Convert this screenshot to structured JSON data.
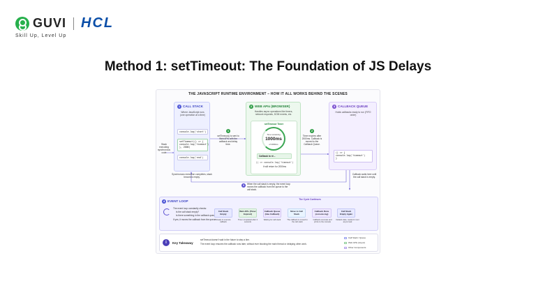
{
  "brand": {
    "guvi": "GUVI",
    "hcl": "HCL",
    "tagline": "Skill Up, Level Up"
  },
  "page_title": "Method 1: setTimeout: The Foundation of JS Delays",
  "diagram": {
    "title": "THE JAVASCRIPT RUNTIME ENVIRONMENT – HOW IT ALL WORKS BEHIND THE SCENES",
    "call_stack": {
      "num": "1",
      "title": "CALL STACK",
      "subtitle": "Where JavaScript runs (one operation at a time)",
      "code": [
        "console.log('start')",
        "setTimeout(() => {",
        "  console.log('timeout')",
        "}, 2000)",
        "console.log('end')"
      ],
      "side_note": "Stack executing synchronous code",
      "bottom_note": "Synchronous execution completes, stack becomes empty."
    },
    "step1": {
      "num": "1",
      "text": "setTimeout() is sent to Web APIs with the callback and delay time."
    },
    "web_apis": {
      "num": "2",
      "title": "WEB APIs (BROWSER)",
      "subtitle": "Handles async operations like timers, network requests, DOM events, etc.",
      "timer_label": "setTimeout Timer",
      "remaining_label": "Time remaining",
      "remaining_value": "1000ms",
      "of_total": "of 2000ms",
      "callback_label": "Callback to rè...",
      "callback_code": "() => console.log('timeout')",
      "callback_note": "It will return for 2000ms"
    },
    "step2": {
      "num": "2",
      "text": "Timer expires after 2000ms. Callback is moved to the Callback Queue."
    },
    "callback_queue": {
      "num": "3",
      "title": "CALLBACK QUEUE",
      "subtitle": "Holds callbacks ready to run (FIFO order)",
      "code": [
        "() => {",
        "  console.log('timeout')",
        "}"
      ],
      "wait_note": "Callback waits here until the call stack is empty."
    },
    "step3": {
      "num": "3",
      "text": "When the call stack is empty, the event loop moves the callback from the queue to the call stack."
    },
    "event_loop": {
      "num": "4",
      "title": "EVENT LOOP",
      "checks": [
        "The event loop constantly checks:",
        "Is the call stack empty?",
        "Is there something in the callback queue?",
        "If yes, it moves the callback from the queue."
      ],
      "cycle_label": "The Cycle Continues",
      "stages": [
        {
          "label": "Call Stack Empty",
          "desc": "Ready to execute callback"
        },
        {
          "label": "Web APIs (Timer Expired)",
          "desc": "Timer completed after 2 seconds"
        },
        {
          "label": "Callback Queue (Has Callback)",
          "desc": "Waiting for call stack"
        },
        {
          "label": "Move to Call Stack",
          "desc": "The callback is moved to the call stack"
        },
        {
          "label": "Callback Runs (console.log)",
          "desc": "Callback executes and prints to the console"
        },
        {
          "label": "Call Stack Empty Again",
          "desc": "Default state, ready for next async task"
        }
      ]
    },
    "takeaway": {
      "title": "Key Takeaway",
      "line1": "setTimeout doesn't wait in the future to step a line.",
      "line2": "The event loop ensures the callback runs later, without ever blocking the main thread or delaying other work.",
      "legend": [
        "Call Stack / Queue",
        "Web APIs (Async)",
        "Other Components"
      ]
    }
  },
  "colors": {
    "blue": "#4b54d6",
    "green": "#2e9d46",
    "purple": "#7b4fd0",
    "hcl_blue": "#0a4ea8",
    "guvi_green": "#27b04c"
  }
}
